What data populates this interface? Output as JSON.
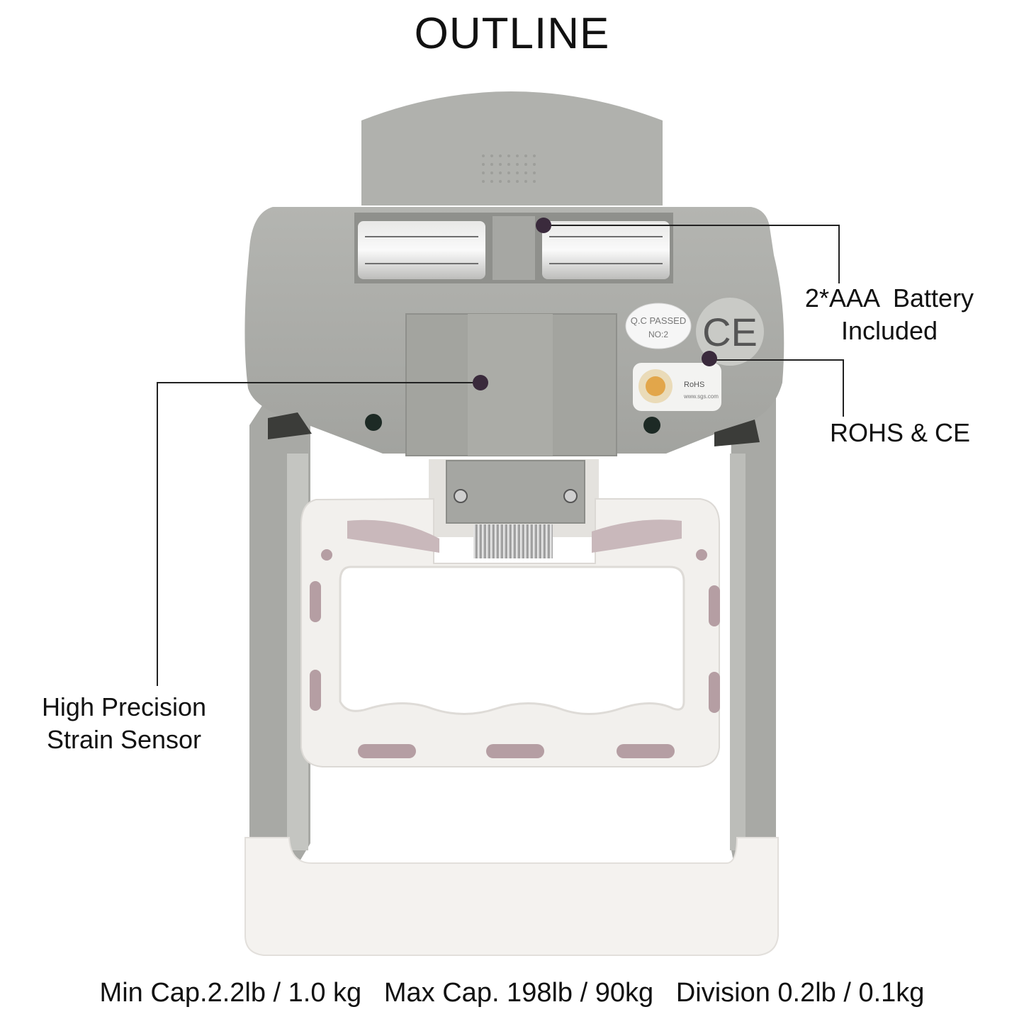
{
  "title": "OUTLINE",
  "callouts": {
    "battery": {
      "line1": "2*AAA  Battery",
      "line2": "Included"
    },
    "rohs": {
      "text": "ROHS & CE"
    },
    "sensor": {
      "line1": "High Precision",
      "line2": "Strain Sensor"
    }
  },
  "device_labels": {
    "qc_line1": "Q.C PASSED",
    "qc_line2": "NO:2",
    "ce_mark": "CE",
    "rohs_sticker": "RoHS",
    "rohs_site": "www.sgs.com"
  },
  "specs": {
    "min_cap": "Min Cap.2.2lb / 1.0 kg",
    "max_cap": "Max Cap. 198lb / 90kg",
    "division": "Division 0.2lb / 0.1kg"
  },
  "colors": {
    "body_gray": "#a9aaa6",
    "handle_white": "#f1efec",
    "marker": "#3a2a3c",
    "slot": "#b59ea3"
  }
}
